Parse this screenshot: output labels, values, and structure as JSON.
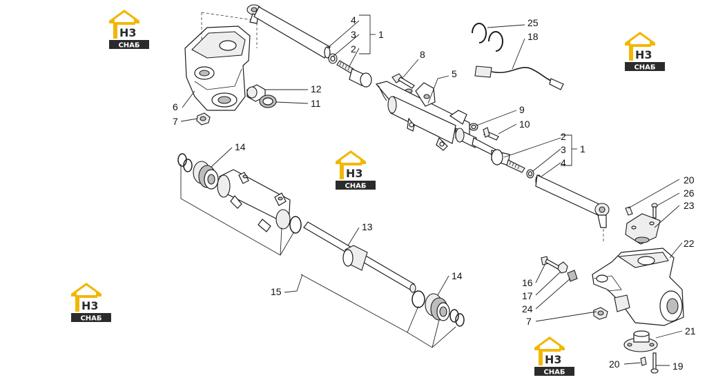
{
  "diagram": {
    "callouts": [
      {
        "id": "c4a",
        "label": "4"
      },
      {
        "id": "c3a",
        "label": "3"
      },
      {
        "id": "c1a",
        "label": "1"
      },
      {
        "id": "c2a",
        "label": "2"
      },
      {
        "id": "c8",
        "label": "8"
      },
      {
        "id": "c5",
        "label": "5"
      },
      {
        "id": "c12",
        "label": "12"
      },
      {
        "id": "c11",
        "label": "11"
      },
      {
        "id": "c6",
        "label": "6"
      },
      {
        "id": "c7a",
        "label": "7"
      },
      {
        "id": "c25",
        "label": "25"
      },
      {
        "id": "c18",
        "label": "18"
      },
      {
        "id": "c9",
        "label": "9"
      },
      {
        "id": "c10",
        "label": "10"
      },
      {
        "id": "c2b",
        "label": "2"
      },
      {
        "id": "c3b",
        "label": "3"
      },
      {
        "id": "c1b",
        "label": "1"
      },
      {
        "id": "c4b",
        "label": "4"
      },
      {
        "id": "c14a",
        "label": "14"
      },
      {
        "id": "c13",
        "label": "13"
      },
      {
        "id": "c15",
        "label": "15"
      },
      {
        "id": "c14b",
        "label": "14"
      },
      {
        "id": "c20a",
        "label": "20"
      },
      {
        "id": "c26",
        "label": "26"
      },
      {
        "id": "c23",
        "label": "23"
      },
      {
        "id": "c22",
        "label": "22"
      },
      {
        "id": "c16",
        "label": "16"
      },
      {
        "id": "c17",
        "label": "17"
      },
      {
        "id": "c24",
        "label": "24"
      },
      {
        "id": "c7b",
        "label": "7"
      },
      {
        "id": "c21",
        "label": "21"
      },
      {
        "id": "c20b",
        "label": "20"
      },
      {
        "id": "c19",
        "label": "19"
      }
    ],
    "watermark": {
      "mark": "H3",
      "caption": "CHAБ",
      "colors": {
        "roof": "#f2b705",
        "dark": "#2b2b2b",
        "text": "#ffffff"
      }
    }
  }
}
